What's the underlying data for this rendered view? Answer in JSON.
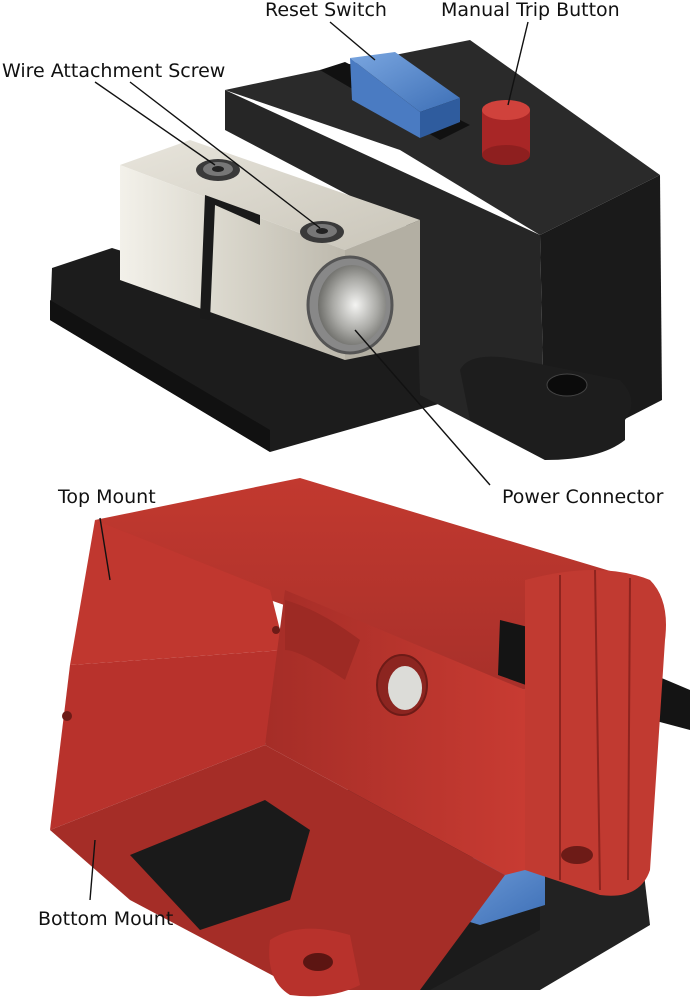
{
  "labels": {
    "reset_switch": "Reset Switch",
    "manual_trip_button": "Manual Trip Button",
    "wire_attachment_screw": "Wire Attachment Screw",
    "power_connector": "Power Connector",
    "top_mount": "Top Mount",
    "bottom_mount": "Bottom Mount"
  },
  "colors": {
    "housing_black": "#222222",
    "terminal_block": "#d9d6cc",
    "reset_switch": "#4f84c9",
    "trip_button": "#b42a2a",
    "mount_red": "#b8322c",
    "label_text": "#111111"
  }
}
